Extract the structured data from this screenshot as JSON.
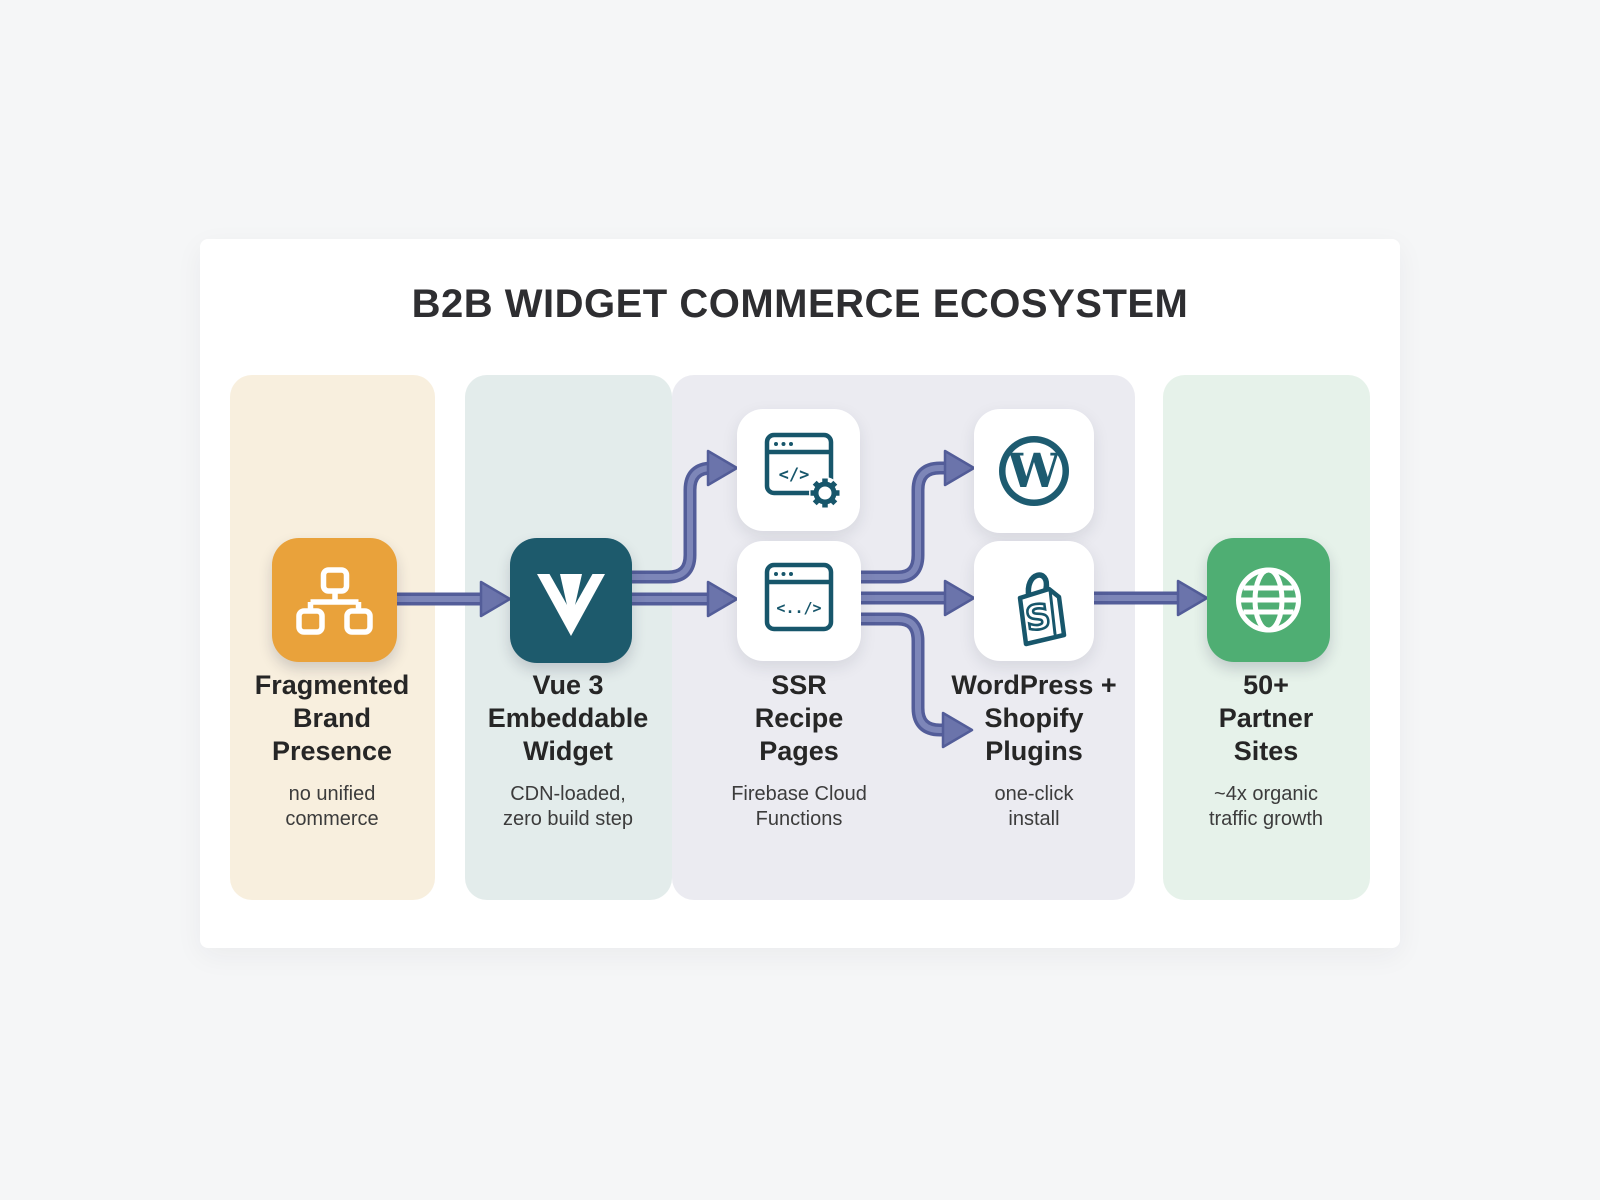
{
  "header": {
    "title": "B2B WIDGET COMMERCE ECOSYSTEM"
  },
  "stages": {
    "fragmented": {
      "title": "Fragmented\nBrand\nPresence",
      "subtitle": "no unified\ncommerce",
      "icon": "sitemap-icon"
    },
    "vue": {
      "title": "Vue 3\nEmbeddable\nWidget",
      "subtitle": "CDN-loaded,\nzero build step",
      "icon": "vue-logo-icon"
    },
    "ssr": {
      "title": "SSR\nRecipe\nPages",
      "subtitle": "Firebase Cloud\nFunctions",
      "icons": [
        "browser-code-gear-icon",
        "browser-code-icon"
      ],
      "code_top": "</>",
      "code_bottom": "<../>"
    },
    "plugins": {
      "title": "WordPress +\nShopify\nPlugins",
      "subtitle": "one-click\ninstall",
      "icons": [
        "wordpress-icon",
        "shopify-bag-icon"
      ],
      "wordpress_letter": "W",
      "shopify_letter": "S"
    },
    "partners": {
      "title": "50+\nPartner\nSites",
      "subtitle": "~4x organic\ntraffic growth",
      "icon": "globe-icon"
    }
  },
  "colors": {
    "page_background": "#f5f6f7",
    "card_background": "#ffffff",
    "panel_fragmented": "#f8efde",
    "panel_vue": "#e3eceb",
    "panel_middle": "#ebebf1",
    "panel_partners": "#e6f2ea",
    "tile_orange": "#e9a23b",
    "tile_teal": "#1d5a6c",
    "tile_green": "#4fae73",
    "icon_stroke_teal": "#17566b",
    "arrow_dark": "#535d99",
    "arrow_light": "#7d86b8",
    "title_text": "#2e2e31",
    "label_text": "#262626",
    "subtitle_text": "#3c3c3c"
  }
}
